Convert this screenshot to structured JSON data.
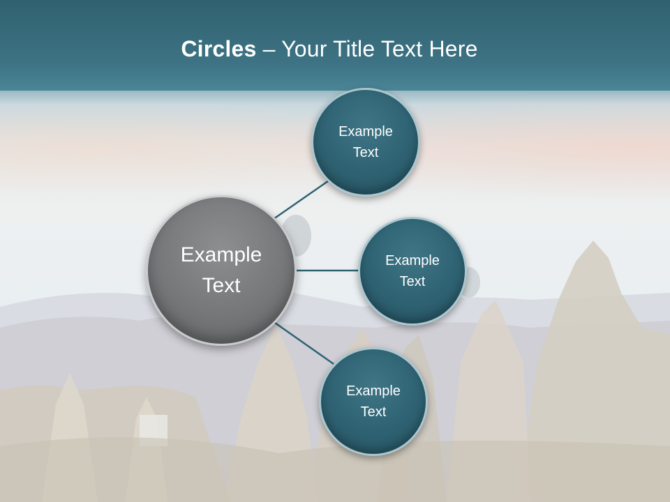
{
  "slide": {
    "title_bold": "Circles",
    "title_rest": " – Your Title Text Here",
    "center_circle": "Example\nText",
    "circles": [
      {
        "label": "Example\nText"
      },
      {
        "label": "Example\nText"
      },
      {
        "label": "Example\nText"
      }
    ]
  },
  "colors": {
    "title_bar": "#3d7384",
    "small_circle_fill": "#2e6272",
    "center_circle_fill": "#757779",
    "connector": "#2e6272"
  }
}
